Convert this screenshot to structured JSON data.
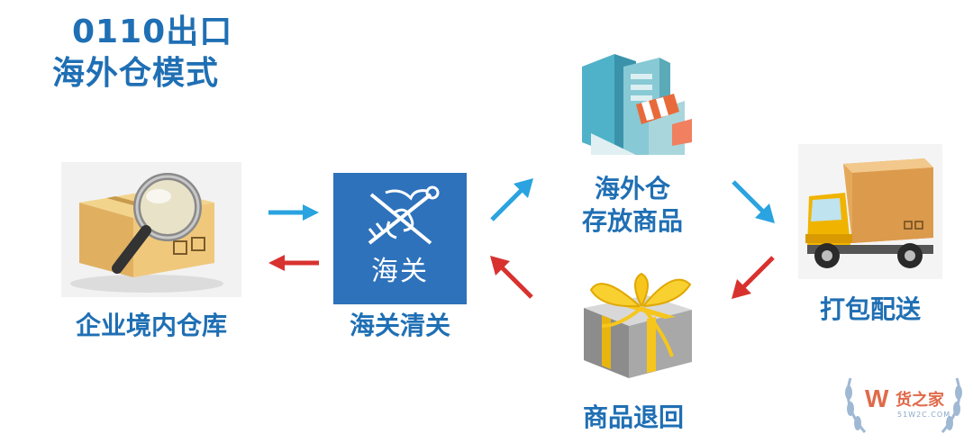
{
  "title": {
    "line1": "0110出口",
    "line2": "海外仓模式"
  },
  "nodes": {
    "domestic_warehouse": {
      "label": "企业境内仓库",
      "icon": "box-magnifier-icon"
    },
    "customs": {
      "label": "海关清关",
      "box_text": "海关",
      "icon": "customs-key-caduceus-icon",
      "color": "#2d72bb"
    },
    "overseas_warehouse": {
      "label_line1": "海外仓",
      "label_line2": "存放商品",
      "icon": "buildings-icon"
    },
    "delivery": {
      "label": "打包配送",
      "icon": "truck-icon"
    },
    "returns": {
      "label": "商品退回",
      "icon": "gift-box-icon"
    }
  },
  "arrows": {
    "outbound_color": "#2aa3e0",
    "return_color": "#d8322f"
  },
  "watermark": {
    "text": "货之家",
    "sub": "51W2C.COM"
  },
  "colors": {
    "text": "#1f6fb4"
  }
}
